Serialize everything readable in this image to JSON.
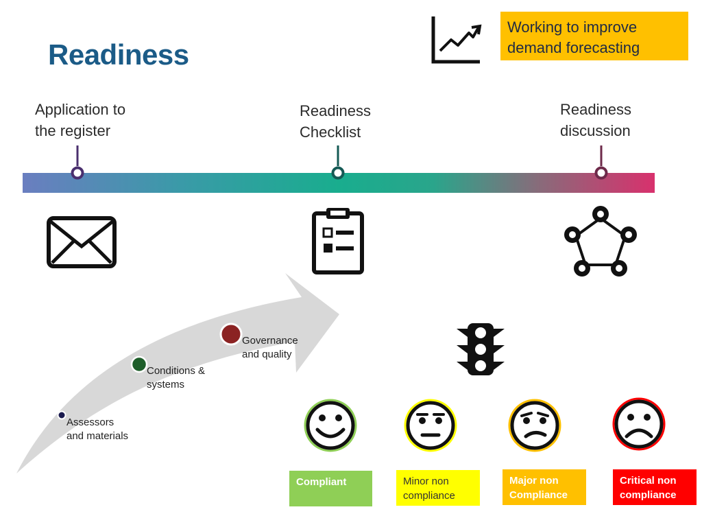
{
  "title": "Readiness",
  "note": "Working to improve demand forecasting",
  "stages": [
    {
      "label": "Application to the register",
      "line1": "Application to",
      "line2": "the register",
      "icon": "envelope-icon"
    },
    {
      "label": "Readiness Checklist",
      "line1": "Readiness",
      "line2": "Checklist",
      "icon": "clipboard-icon"
    },
    {
      "label": "Readiness discussion",
      "line1": "Readiness",
      "line2": "discussion",
      "icon": "meeting-circle-icon"
    }
  ],
  "arrow_items": [
    {
      "line1": "Assessors",
      "line2": "and materials",
      "color": "#1a1a4e"
    },
    {
      "line1": "Conditions &",
      "line2": "systems",
      "color": "#1e5e2a"
    },
    {
      "line1": "Governance",
      "line2": "and quality",
      "color": "#8b2323"
    }
  ],
  "ratings": [
    {
      "line1": "Compliant",
      "line2": "",
      "color": "#8fcf56",
      "face": "happy-face-icon"
    },
    {
      "line1": "Minor non",
      "line2": "compliance",
      "color": "#ffff00",
      "face": "neutral-face-icon"
    },
    {
      "line1": "Major non",
      "line2": "Compliance",
      "color": "#ffc000",
      "face": "worried-face-icon"
    },
    {
      "line1": "Critical non",
      "line2": "compliance",
      "color": "#ff0000",
      "face": "sad-face-icon"
    }
  ],
  "colors": {
    "title": "#1b5b87",
    "note_bg": "#ffc000"
  },
  "icons": [
    "trend-chart-icon",
    "traffic-light-icon"
  ]
}
